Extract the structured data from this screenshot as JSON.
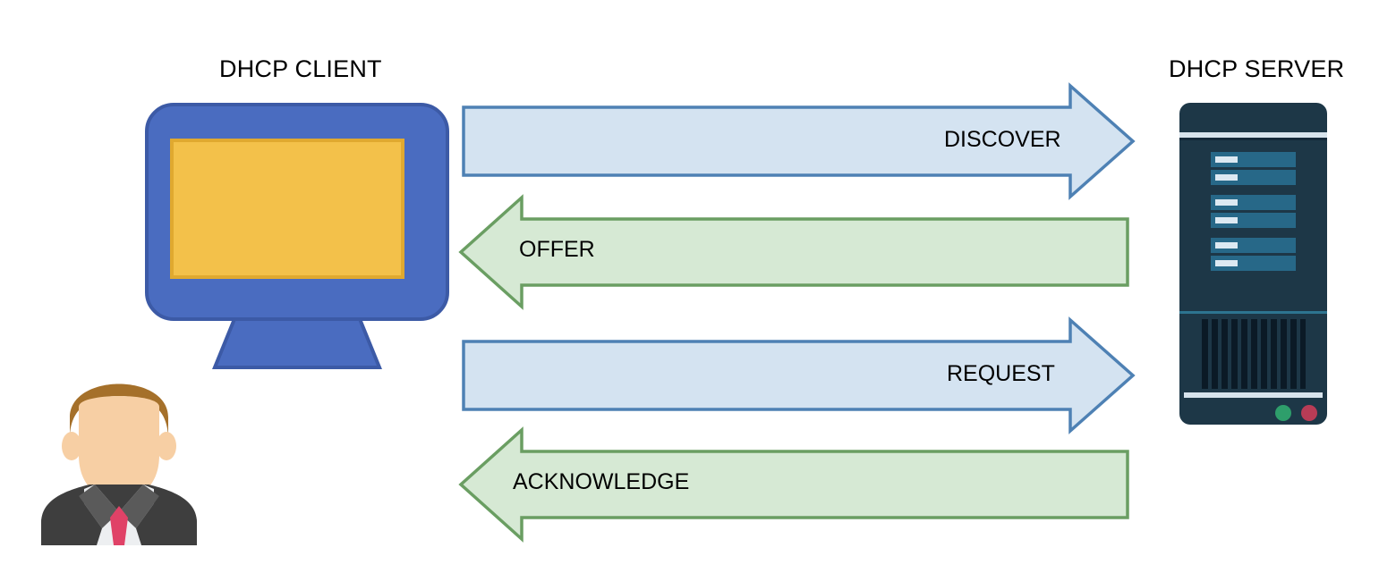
{
  "diagram": {
    "title_client": "DHCP CLIENT",
    "title_server": "DHCP SERVER",
    "type": "sequence-flow",
    "description": "DHCP DORA handshake between client and server"
  },
  "nodes": {
    "client": {
      "label": "DHCP CLIENT",
      "icon": "desktop-monitor-icon",
      "avatar": "businessman-avatar-icon",
      "colors": {
        "monitor_body": "#4A6CC0",
        "monitor_body_stroke": "#3C5AA6",
        "screen": "#F3C14A",
        "screen_stroke": "#E0A92F",
        "hair": "#A5702A",
        "skin": "#F7CFA4",
        "suit": "#3E3E3E",
        "suit_lapel": "#5A5A5A",
        "shirt": "#EDEFF1",
        "tie": "#E04267"
      }
    },
    "server": {
      "label": "DHCP SERVER",
      "icon": "server-tower-icon",
      "drive_bays": 6,
      "vent_slats": 13,
      "status_leds": [
        {
          "name": "power-led",
          "color": "#2E9E6B"
        },
        {
          "name": "alert-led",
          "color": "#B83C56"
        }
      ],
      "colors": {
        "chassis": "#1D3747",
        "chassis_dark": "#15293A",
        "bay": "#276888",
        "bay_tab": "#DCE9F2",
        "divider": "#D7E3EC",
        "vent": "#0B1A26"
      }
    }
  },
  "messages": [
    {
      "label": "DISCOVER",
      "direction": "client-to-server",
      "step": 1,
      "fill": "#D4E3F1",
      "stroke": "#4E81B4"
    },
    {
      "label": "OFFER",
      "direction": "server-to-client",
      "step": 2,
      "fill": "#D6E9D4",
      "stroke": "#6A9E62"
    },
    {
      "label": "REQUEST",
      "direction": "client-to-server",
      "step": 3,
      "fill": "#D4E3F1",
      "stroke": "#4E81B4"
    },
    {
      "label": "ACKNOWLEDGE",
      "direction": "server-to-client",
      "step": 4,
      "fill": "#D6E9D4",
      "stroke": "#6A9E62"
    }
  ]
}
